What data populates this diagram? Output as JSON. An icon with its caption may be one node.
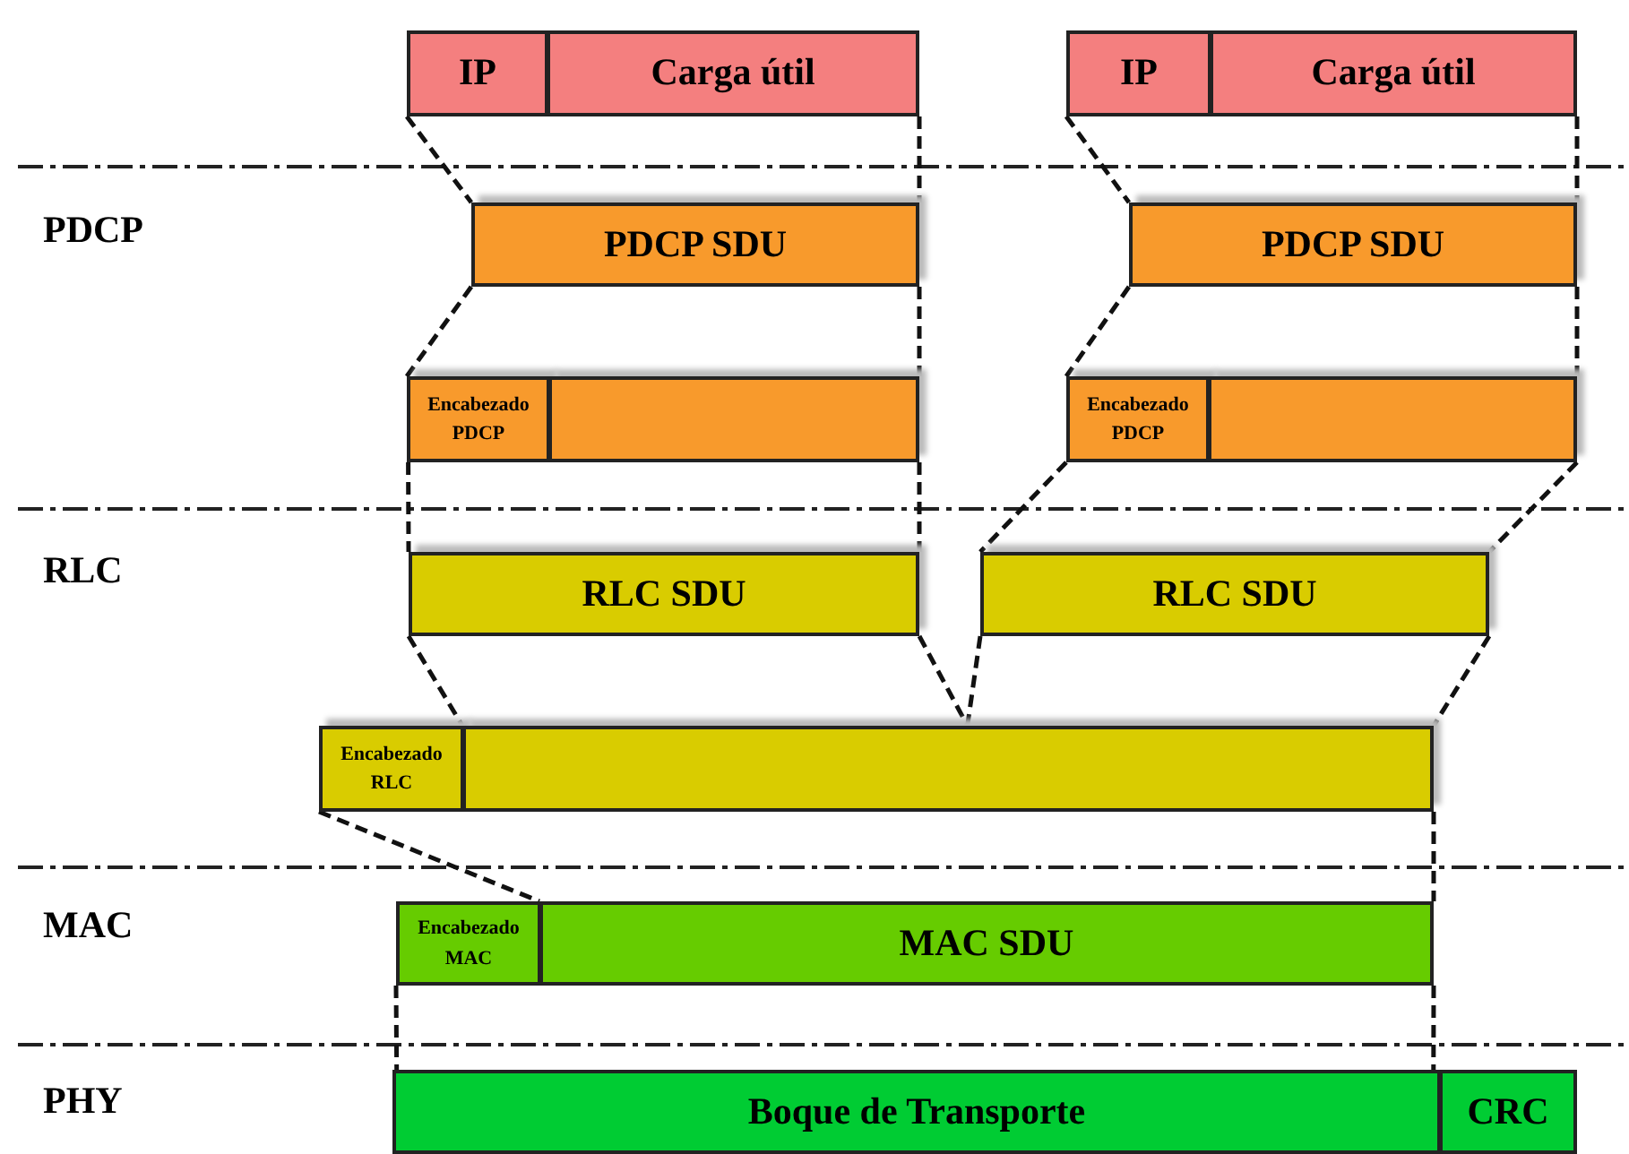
{
  "diagram": {
    "nodes": [
      {
        "text": [
          "IP"
        ]
      },
      {
        "text": [
          "Carga útil"
        ]
      },
      {
        "text": [
          "IP"
        ]
      },
      {
        "text": [
          "Carga útil"
        ]
      },
      {
        "text": [
          "PDCP SDU"
        ]
      },
      {
        "text": [
          "PDCP SDU"
        ]
      },
      {
        "text": [
          "Encabezado PDCP"
        ]
      },
      {
        "text": [],
        "shape": "box"
      },
      {
        "text": [
          "Encabezado PDCP"
        ]
      },
      {
        "text": [],
        "shape": "box"
      },
      {
        "text": [
          "RLC SDU"
        ]
      },
      {
        "text": [
          "RLC SDU"
        ]
      },
      {
        "text": [
          "Encabezado RLC"
        ]
      },
      {
        "text": [],
        "shape": "box"
      },
      {
        "text": [
          "Encabezado MAC"
        ]
      },
      {
        "text": [
          "MAC SDU"
        ]
      },
      {
        "text": [
          "Boque de Transporte"
        ]
      },
      {
        "text": [
          "CRC"
        ]
      }
    ],
    "edges": [
      {
        "from": 0,
        "to": 4,
        "arrow": "none",
        "style": "dashed"
      },
      {
        "from": 1,
        "to": 4,
        "arrow": "none",
        "style": "dashed"
      },
      {
        "from": 2,
        "to": 5,
        "arrow": "none",
        "style": "dashed"
      },
      {
        "from": 3,
        "to": 5,
        "arrow": "none",
        "style": "dashed"
      },
      {
        "from": 4,
        "to": 6,
        "arrow": "none",
        "style": "dashed"
      },
      {
        "from": 4,
        "to": 7,
        "arrow": "none",
        "style": "dashed"
      },
      {
        "from": 5,
        "to": 8,
        "arrow": "none",
        "style": "dashed"
      },
      {
        "from": 5,
        "to": 9,
        "arrow": "none",
        "style": "dashed"
      },
      {
        "from": 6,
        "to": 10,
        "arrow": "none",
        "style": "dashed"
      },
      {
        "from": 7,
        "to": 10,
        "arrow": "none",
        "style": "dashed"
      },
      {
        "from": 8,
        "to": 11,
        "arrow": "none",
        "style": "dashed"
      },
      {
        "from": 9,
        "to": 11,
        "arrow": "none",
        "style": "dashed"
      },
      {
        "from": 10,
        "to": 13,
        "arrow": "none",
        "style": "dashed"
      },
      {
        "from": 10,
        "to": 13,
        "arrow": "none",
        "style": "dashed"
      },
      {
        "from": 11,
        "to": 13,
        "arrow": "none",
        "style": "dashed"
      },
      {
        "from": 11,
        "to": 13,
        "arrow": "none",
        "style": "dashed"
      },
      {
        "from": 12,
        "to": 15,
        "arrow": "none",
        "style": "dashed"
      },
      {
        "from": 13,
        "to": 15,
        "arrow": "none",
        "style": "dashed"
      },
      {
        "from": 14,
        "to": 16,
        "arrow": "none",
        "style": "dashed"
      },
      {
        "from": 15,
        "to": 16,
        "arrow": "none",
        "style": "dashed"
      }
    ],
    "labels": [
      "PDCP",
      "RLC",
      "MAC",
      "PHY"
    ]
  }
}
